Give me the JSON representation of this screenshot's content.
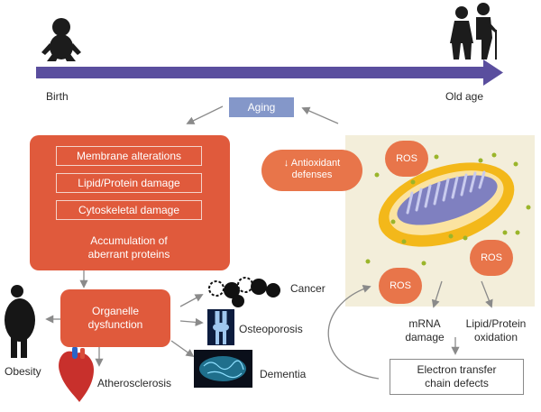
{
  "timeline": {
    "start_label": "Birth",
    "end_label": "Old age",
    "aging_label": "Aging"
  },
  "cellular_box": {
    "items": [
      "Membrane alterations",
      "Lipid/Protein damage",
      "Cytoskeletal damage"
    ],
    "accumulation_line1": "Accumulation of",
    "accumulation_line2": "aberrant proteins"
  },
  "organelle": {
    "line1": "Organelle",
    "line2": "dysfunction"
  },
  "diseases": {
    "cancer": "Cancer",
    "osteoporosis": "Osteoporosis",
    "dementia": "Dementia",
    "obesity": "Obesity",
    "atherosclerosis": "Atherosclerosis"
  },
  "mito_panel": {
    "antioxidant_line1": "Antioxidant",
    "antioxidant_line2": "defenses",
    "ros_labels": [
      "ROS",
      "ROS",
      "ROS"
    ],
    "mrna_line1": "mRNA",
    "mrna_line2": "damage",
    "lipid_line1": "Lipid/Protein",
    "lipid_line2": "oxidation",
    "etc_line1": "Electron transfer",
    "etc_line2": "chain defects"
  },
  "colors": {
    "timeline_arrow": "#5a4e9e",
    "aging_box": "#8497c9",
    "orange_box": "#e05a3c",
    "orange_pill": "#e8754a",
    "mito_bg": "#f3eeda",
    "gray_arrow": "#8a8a8a",
    "mito_outer": "#f3b81a",
    "mito_inner": "#7f80c0"
  }
}
